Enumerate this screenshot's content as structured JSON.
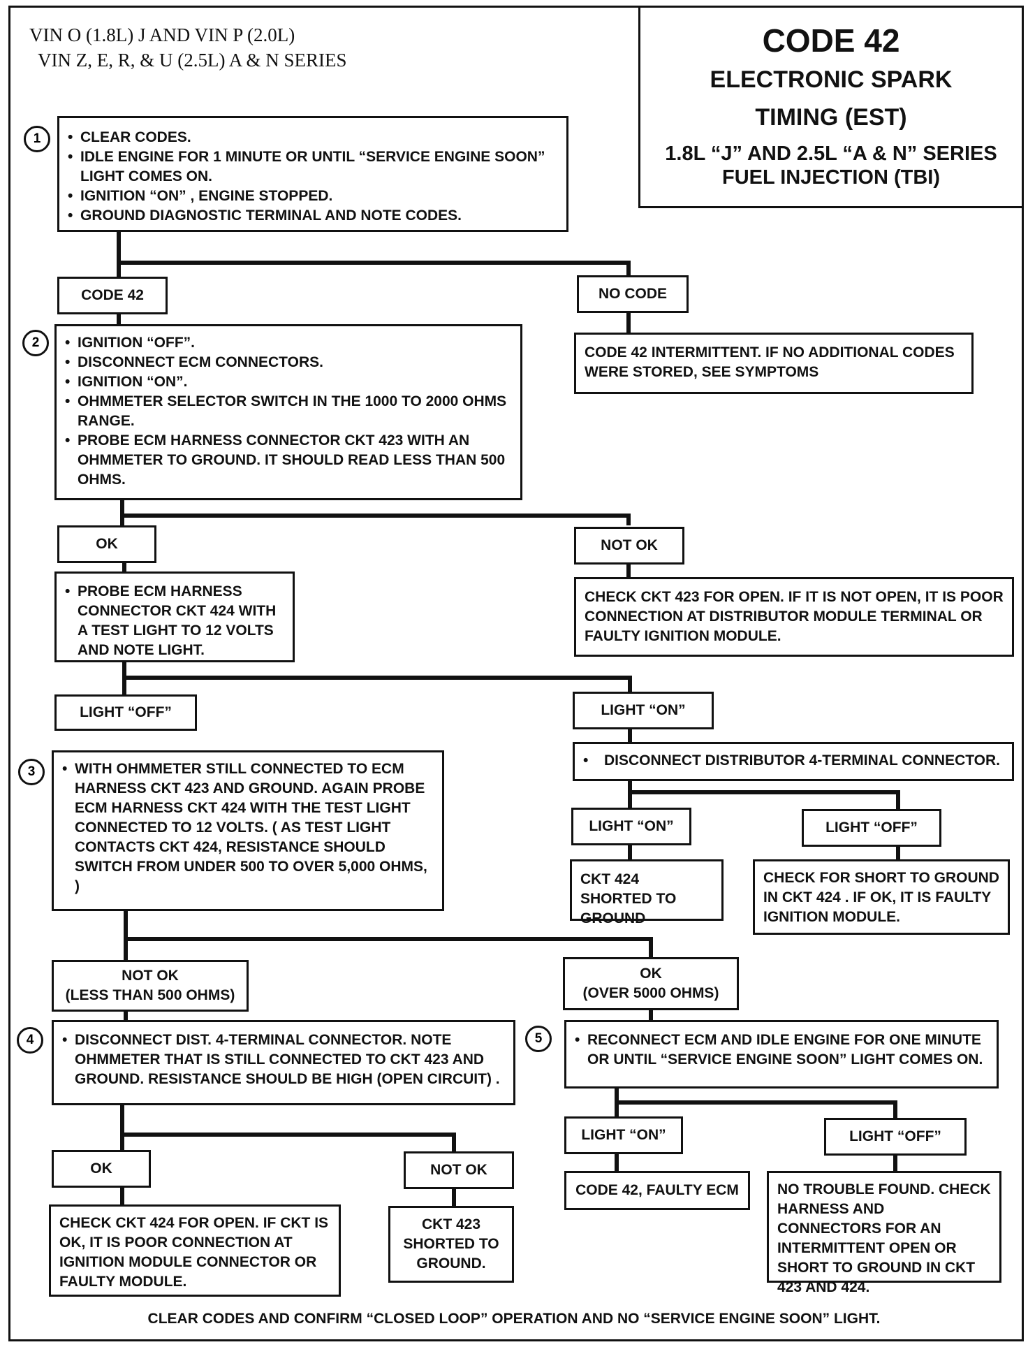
{
  "header": {
    "line1": "VIN O (1.8L) J AND VIN P (2.0L)",
    "line2": "VIN Z, E, R, & U (2.5L) A & N SERIES"
  },
  "title": {
    "code": "CODE 42",
    "line1": "ELECTRONIC SPARK",
    "line2": "TIMING  (EST)",
    "line3": "1.8L “J” AND 2.5L “A & N” SERIES",
    "line4": "FUEL INJECTION (TBI)"
  },
  "step_numbers": [
    "1",
    "2",
    "3",
    "4",
    "5"
  ],
  "step1": {
    "items": [
      "CLEAR CODES.",
      "IDLE ENGINE FOR 1 MINUTE OR UNTIL “SERVICE ENGINE SOON” LIGHT COMES ON.",
      "IGNITION “ON” , ENGINE STOPPED.",
      "GROUND DIAGNOSTIC TERMINAL AND NOTE CODES."
    ]
  },
  "branch1": {
    "yes": "CODE 42",
    "no": "NO CODE"
  },
  "no_code_result": "CODE 42 INTERMITTENT. IF NO ADDITIONAL CODES WERE STORED, SEE SYMPTOMS",
  "step2": {
    "items": [
      "IGNITION “OFF”.",
      "DISCONNECT ECM CONNECTORS.",
      "IGNITION “ON”.",
      "OHMMETER SELECTOR SWITCH IN THE 1000 TO 2000 OHMS RANGE.",
      "PROBE ECM HARNESS CONNECTOR CKT 423  WITH AN OHMMETER TO GROUND. IT SHOULD READ LESS THAN 500 OHMS."
    ]
  },
  "branch2": {
    "ok": "OK",
    "not_ok": "NOT OK"
  },
  "not_ok2_result": "CHECK CKT 423 FOR OPEN. IF IT IS NOT OPEN, IT IS POOR CONNECTION AT DISTRIBUTOR MODULE TERMINAL OR FAULTY IGNITION MODULE.",
  "probe_step": {
    "items": [
      "PROBE ECM HARNESS CONNECTOR CKT 424  WITH A TEST LIGHT TO 12 VOLTS AND NOTE LIGHT."
    ]
  },
  "branch3": {
    "off": "LIGHT “OFF”",
    "on": "LIGHT “ON”"
  },
  "light_on_step": {
    "items": [
      "DISCONNECT DISTRIBUTOR 4-TERMINAL CONNECTOR."
    ]
  },
  "branch_on": {
    "on": "LIGHT “ON”",
    "off": "LIGHT “OFF”"
  },
  "branch_on_results": {
    "on": "CKT 424 SHORTED TO GROUND",
    "off": "CHECK FOR SHORT TO GROUND IN CKT 424 . IF OK, IT IS FAULTY IGNITION MODULE."
  },
  "step3": {
    "items": [
      "WITH OHMMETER STILL CONNECTED TO ECM HARNESS CKT 423 AND GROUND. AGAIN PROBE ECM HARNESS CKT 424 WITH THE TEST LIGHT CONNECTED TO 12 VOLTS.  ( AS TEST LIGHT CONTACTS CKT 424, RESISTANCE SHOULD SWITCH FROM UNDER 500 TO OVER 5,000 OHMS, )"
    ]
  },
  "branch4": {
    "not_ok_line1": "NOT OK",
    "not_ok_line2": "(LESS THAN 500 OHMS)",
    "ok_line1": "OK",
    "ok_line2": "(OVER 5000 OHMS)"
  },
  "step4": {
    "items": [
      "DISCONNECT DIST. 4-TERMINAL CONNECTOR. NOTE OHMMETER THAT IS STILL CONNECTED TO CKT 423  AND GROUND. RESISTANCE SHOULD BE HIGH (OPEN CIRCUIT) ."
    ]
  },
  "step5": {
    "items": [
      "RECONNECT ECM AND IDLE ENGINE FOR ONE MINUTE OR UNTIL “SERVICE ENGINE SOON” LIGHT COMES ON."
    ]
  },
  "branch5": {
    "ok": "OK",
    "not_ok": "NOT OK"
  },
  "branch5_results": {
    "ok": "CHECK CKT 424 FOR OPEN. IF CKT IS OK, IT IS POOR CONNECTION AT IGNITION MODULE CONNECTOR OR FAULTY MODULE.",
    "not_ok": "CKT 423 SHORTED TO GROUND."
  },
  "branch6": {
    "on": "LIGHT “ON”",
    "off": "LIGHT “OFF”"
  },
  "branch6_results": {
    "on": "CODE 42, FAULTY ECM",
    "off": "NO TROUBLE FOUND. CHECK HARNESS AND CONNECTORS FOR AN INTERMITTENT OPEN OR SHORT TO GROUND IN CKT 423 AND 424."
  },
  "footer": "CLEAR CODES AND CONFIRM “CLOSED LOOP” OPERATION AND NO “SERVICE ENGINE SOON” LIGHT."
}
